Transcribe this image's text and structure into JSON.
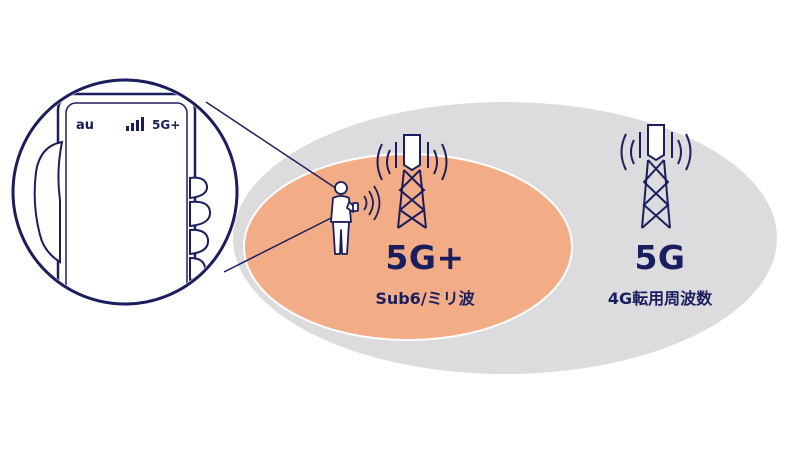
{
  "coverage": {
    "fiveg_plus": {
      "title": "5G+",
      "subtitle": "Sub6/ミリ波"
    },
    "fiveg": {
      "title": "5G",
      "subtitle": "4G転用周波数"
    }
  },
  "phone": {
    "carrier": "au",
    "network": "5G+"
  },
  "colors": {
    "outer_area": "#dcdcde",
    "inner_area": "#f2ac86",
    "navy": "#1b1e5e"
  },
  "icons": [
    "phone-zoom-circle",
    "hand-icon",
    "signal-bars-icon",
    "person-with-phone-icon",
    "cell-tower-icon"
  ]
}
